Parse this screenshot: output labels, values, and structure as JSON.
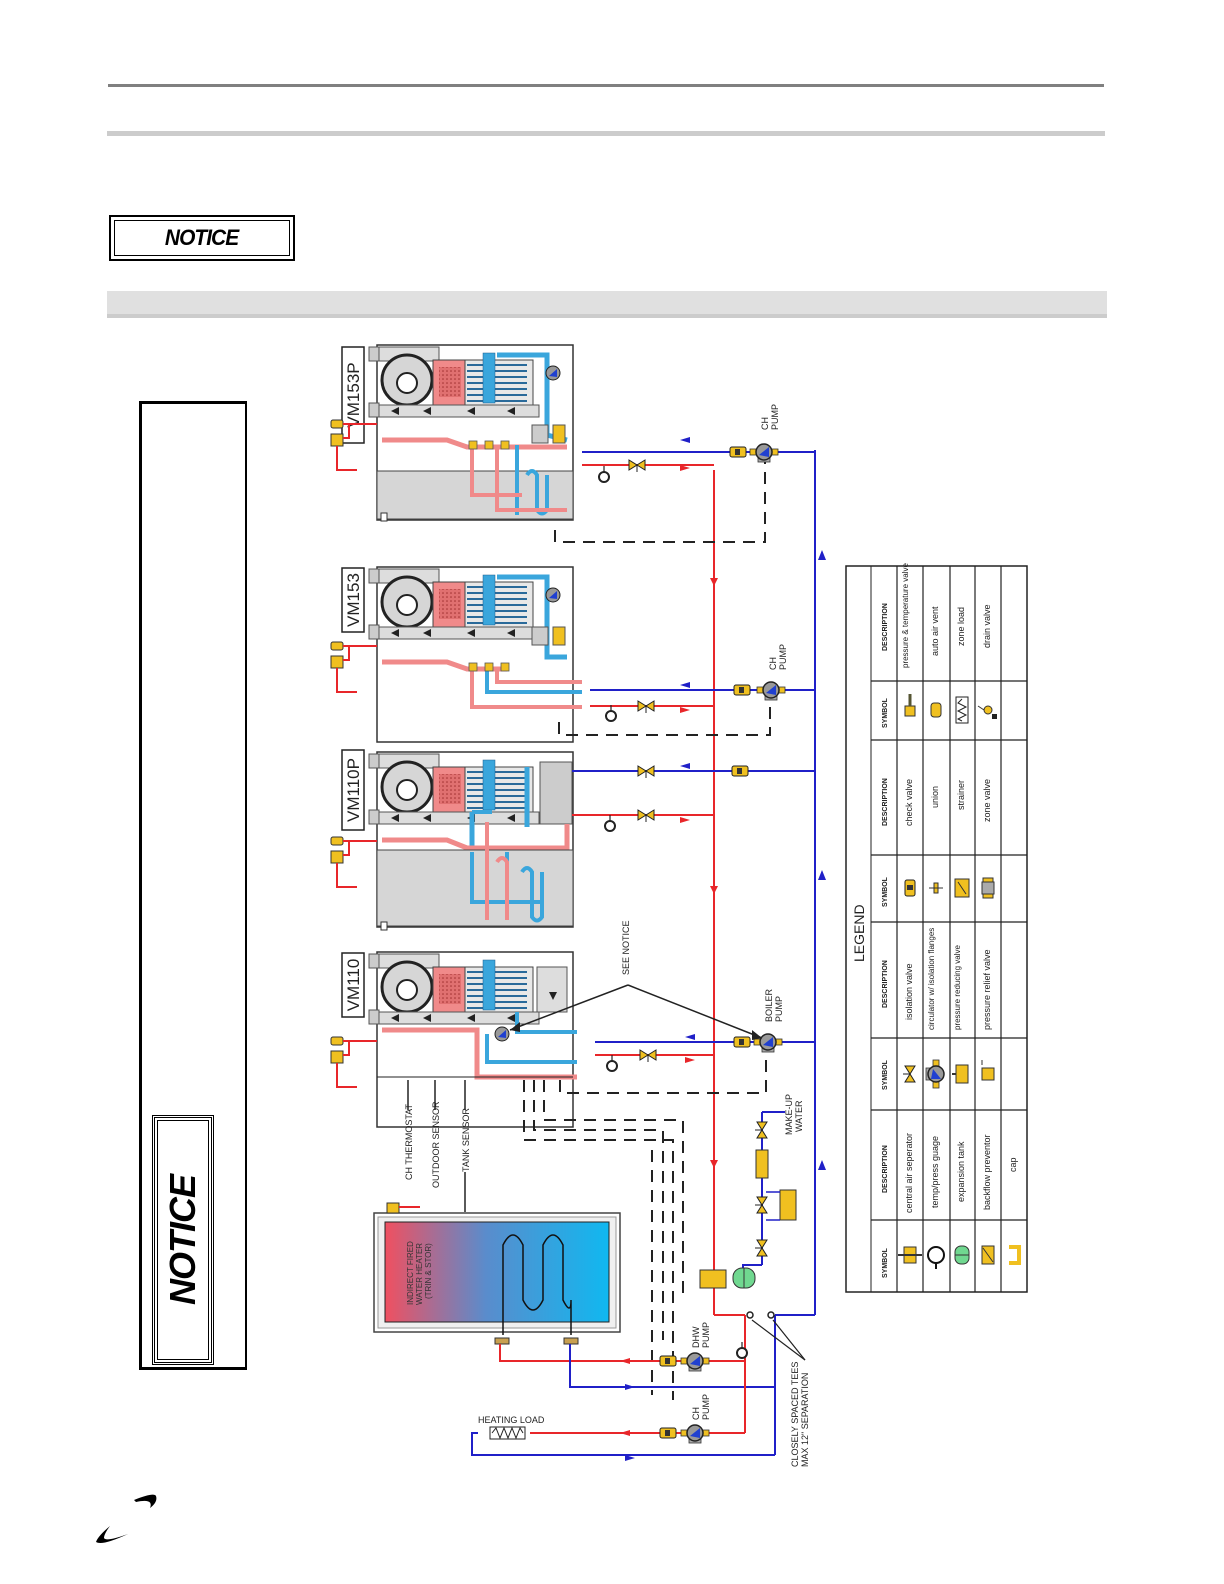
{
  "page": {
    "notice_label": "NOTICE",
    "side_notice_label": "NOTICE"
  },
  "diagram": {
    "boilers": [
      {
        "model": "VM153P"
      },
      {
        "model": "VM153"
      },
      {
        "model": "VM110P"
      },
      {
        "model": "VM110"
      }
    ],
    "labels": {
      "ch_pump": "CH PUMP",
      "ch_pump_line1": "CH",
      "ch_pump_line2": "PUMP",
      "boiler_pump_line1": "BOILER",
      "boiler_pump_line2": "PUMP",
      "dhw_pump_line1": "DHW",
      "dhw_pump_line2": "PUMP",
      "see_notice": "SEE NOTICE",
      "ch_thermostat": "CH THERMOSTAT",
      "outdoor_sensor": "OUTDOOR SENSOR",
      "tank_sensor": "TANK SENSOR",
      "makeup_water_line1": "MAKE-UP",
      "makeup_water_line2": "WATER",
      "water_heater_line1": "INDIRECT FIRED",
      "water_heater_line2": "WATER HEATER",
      "water_heater_line3": "(TRIN & STOR)",
      "heating_load": "HEATING LOAD",
      "closely_spaced_line1": "CLOSELY SPACED TEES",
      "closely_spaced_line2": "MAX 12\" SEPARATION"
    },
    "colors": {
      "supply": "#e8262a",
      "return": "#2020c8",
      "boiler_supply_pipe": "#f08a8a",
      "boiler_return_pipe": "#3aa6dc",
      "fitting": "#f0c020",
      "casing": "#d9d9d9"
    }
  },
  "legend": {
    "title": "LEGEND",
    "headers": {
      "symbol": "SYMBOL",
      "description": "DESCRIPTION"
    },
    "columns": [
      {
        "items": [
          {
            "symbol": "central-air-separator-symbol",
            "description": "central air seperator"
          },
          {
            "symbol": "temp-press-gauge-symbol",
            "description": "temp/press guage"
          },
          {
            "symbol": "expansion-tank-symbol",
            "description": "expansion tank"
          },
          {
            "symbol": "backflow-preventor-symbol",
            "description": "backflow preventor"
          },
          {
            "symbol": "cap-symbol",
            "description": "cap"
          }
        ]
      },
      {
        "items": [
          {
            "symbol": "isolation-valve-symbol",
            "description": "isolation valve"
          },
          {
            "symbol": "circulator-symbol",
            "description": "circulator w/ isolation flanges"
          },
          {
            "symbol": "pressure-reducing-valve-symbol",
            "description": "pressure reducing valve"
          },
          {
            "symbol": "pressure-relief-valve-symbol",
            "description": "pressure relief valve"
          }
        ]
      },
      {
        "items": [
          {
            "symbol": "check-valve-symbol",
            "description": "check valve"
          },
          {
            "symbol": "union-symbol",
            "description": "union"
          },
          {
            "symbol": "strainer-symbol",
            "description": "strainer"
          },
          {
            "symbol": "zone-valve-symbol",
            "description": "zone valve"
          }
        ]
      },
      {
        "items": [
          {
            "symbol": "pt-valve-symbol",
            "description": "pressure & temperature valve"
          },
          {
            "symbol": "auto-air-vent-symbol",
            "description": "auto air vent"
          },
          {
            "symbol": "zone-load-symbol",
            "description": "zone load"
          },
          {
            "symbol": "drain-valve-symbol",
            "description": "drain valve"
          }
        ]
      }
    ]
  }
}
